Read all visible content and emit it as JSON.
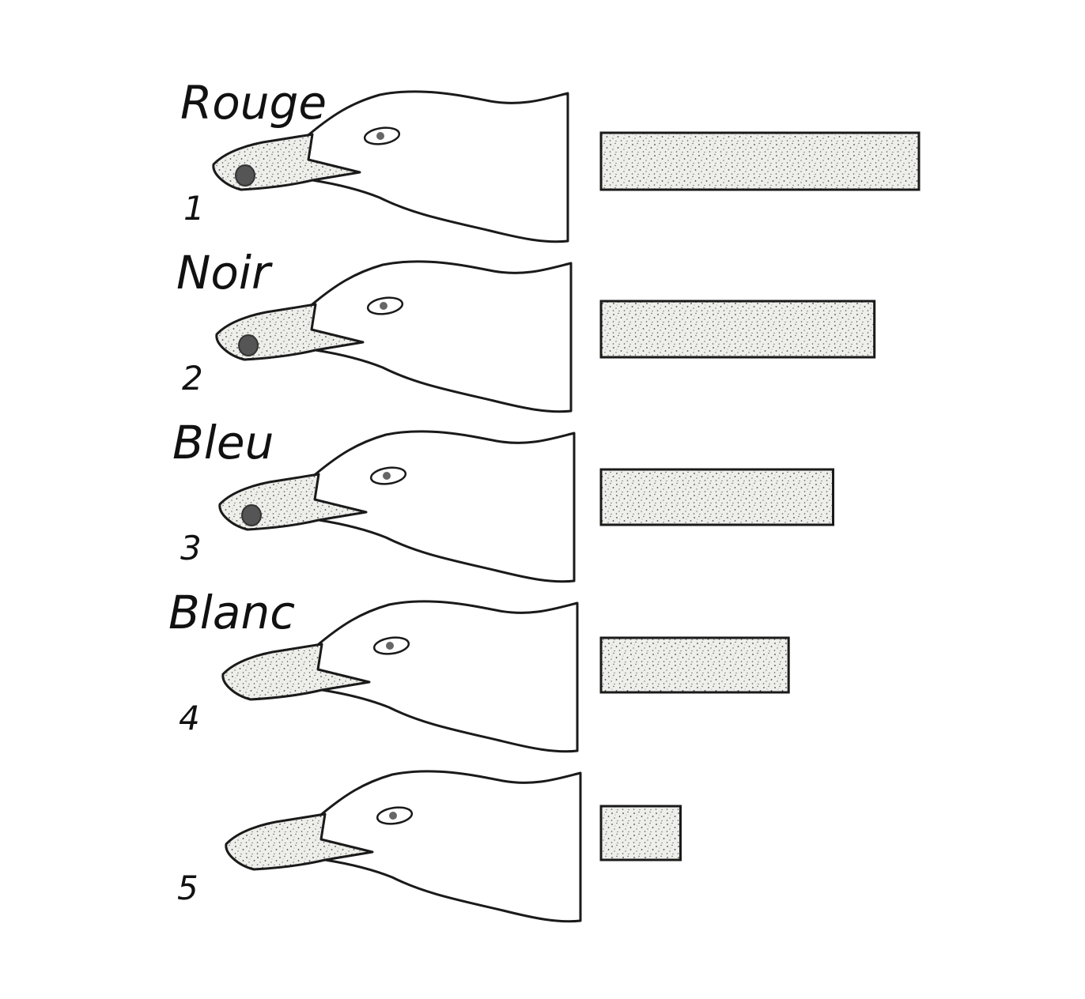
{
  "chart_data": {
    "type": "bar",
    "orientation": "horizontal",
    "categories": [
      "1",
      "2",
      "3",
      "4",
      "5"
    ],
    "labels": [
      "Rouge",
      "Noir",
      "Bleu",
      "Blanc",
      ""
    ],
    "values": [
      100,
      86,
      73,
      59,
      25
    ],
    "spots": [
      true,
      true,
      true,
      false,
      false
    ],
    "xlim": [
      0,
      100
    ],
    "grid": false,
    "legend": "none",
    "title": "",
    "xlabel": "",
    "ylabel": ""
  }
}
